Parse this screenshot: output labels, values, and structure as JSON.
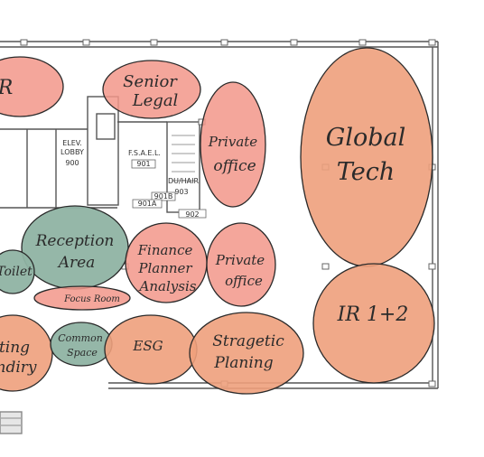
{
  "colors": {
    "salmon": "#f2978a",
    "orange": "#eea07c",
    "green": "#8fb3a3",
    "stroke": "#2a2a2a",
    "wall": "#555555"
  },
  "labels": {
    "r_partial": "R",
    "senior_legal_1": "Senior",
    "senior_legal_2": "Legal",
    "private_office_top_1": "Private",
    "private_office_top_2": "office",
    "global_tech_1": "Global",
    "global_tech_2": "Tech",
    "reception_1": "Reception",
    "reception_2": "Area",
    "toilet": "Toilet",
    "finance_1": "Finance",
    "finance_2": "Planner",
    "finance_3": "Analysis",
    "private_office_mid_1": "Private",
    "private_office_mid_2": "office",
    "focus_room": "Focus Room",
    "ir": "IR 1+2",
    "meeting_partial_1": "ting",
    "meeting_partial_2": "ndiry",
    "common_space_1": "Common",
    "common_space_2": "Space",
    "esg": "ESG",
    "strategic_1": "Stragetic",
    "strategic_2": "Planing"
  },
  "plan_text": {
    "elev_lobby_1": "ELEV.",
    "elev_lobby_2": "LOBBY",
    "elev_lobby_num": "900",
    "fsael": "F.S.A.E.L.",
    "fsael_num": "901",
    "duhair": "DU/HAIR",
    "room_901b": "901B",
    "room_901a": "901A",
    "room_902": "902",
    "room_903": "903"
  }
}
